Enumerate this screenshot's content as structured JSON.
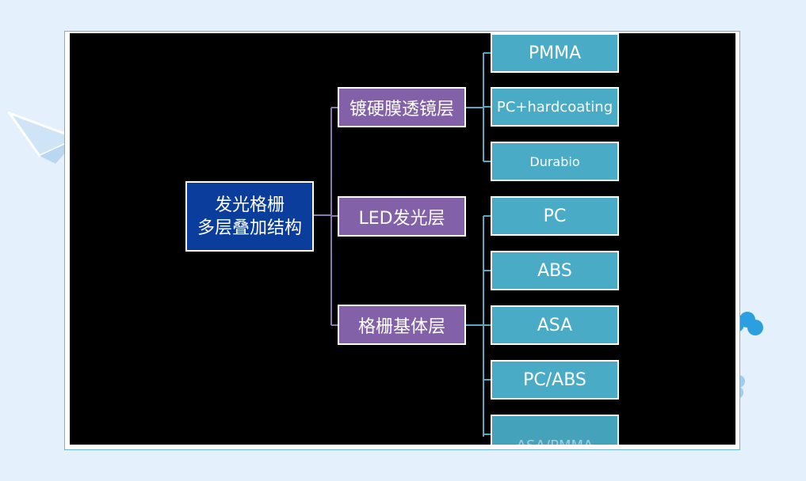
{
  "diagram": {
    "root": {
      "lines": [
        "发光格栅",
        "多层叠加结构"
      ]
    },
    "branches": [
      {
        "label": "镀硬膜透镜层",
        "children": [
          "PMMA",
          "PC+hardcoating",
          "Durabio"
        ]
      },
      {
        "label": "LED发光层",
        "children": []
      },
      {
        "label": "格栅基体层",
        "children": [
          "PC",
          "ABS",
          "ASA",
          "PC/ABS",
          "ASA/PMMA"
        ]
      }
    ]
  },
  "colors": {
    "page_background": "#e4f0fb",
    "canvas_background": "#000000",
    "root_fill": "#0b3d9c",
    "branch_fill": "#8361a8",
    "leaf_fill": "#49abc6",
    "connector": "#8c78b4",
    "leaf_connector": "#5aa7c4",
    "node_border": "#ffffff"
  },
  "icons": [
    "paper-plane-icon",
    "cloud-blob-icon"
  ]
}
